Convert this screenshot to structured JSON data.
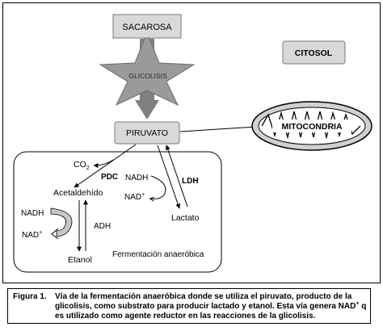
{
  "nodes": {
    "sacarosa": "SACAROSA",
    "glicolisis": "GLICOLISIS",
    "piruvato": "PIRUVATO",
    "citosol": "CITOSOL",
    "mitocondria": "MITOCONDRIA"
  },
  "fermentation": {
    "co2": "CO",
    "co2_sub": "2",
    "pdc": "PDC",
    "acetaldehido": "Acetaldehído",
    "nadh_ldh": "NADH",
    "nad_ldh": "NAD",
    "ldh": "LDH",
    "lactato": "Lactato",
    "nadh_adh": "NADH",
    "nad_adh": "NAD",
    "adh": "ADH",
    "etanol": "Etanol",
    "box_label": "Fermentación anaeróbica",
    "plus": "+"
  },
  "caption": {
    "label": "Figura 1.",
    "line1": "Vía de la fermentación anaeróbica donde se utiliza el piruvato, producto de la",
    "line2": "glicolisis, como substrato para producir lactado y etanol. Esta vía genera NAD",
    "line2_sup": "+",
    "line2_tail": " que",
    "line3": "es utilizado como agente reductor en las reacciones de la glicolisis."
  },
  "colors": {
    "box_fill": "#d9d9d9",
    "shaft": "#808080",
    "star": "#9a9a9a",
    "line": "#000000",
    "mito_fill": "#d0d0d0"
  }
}
